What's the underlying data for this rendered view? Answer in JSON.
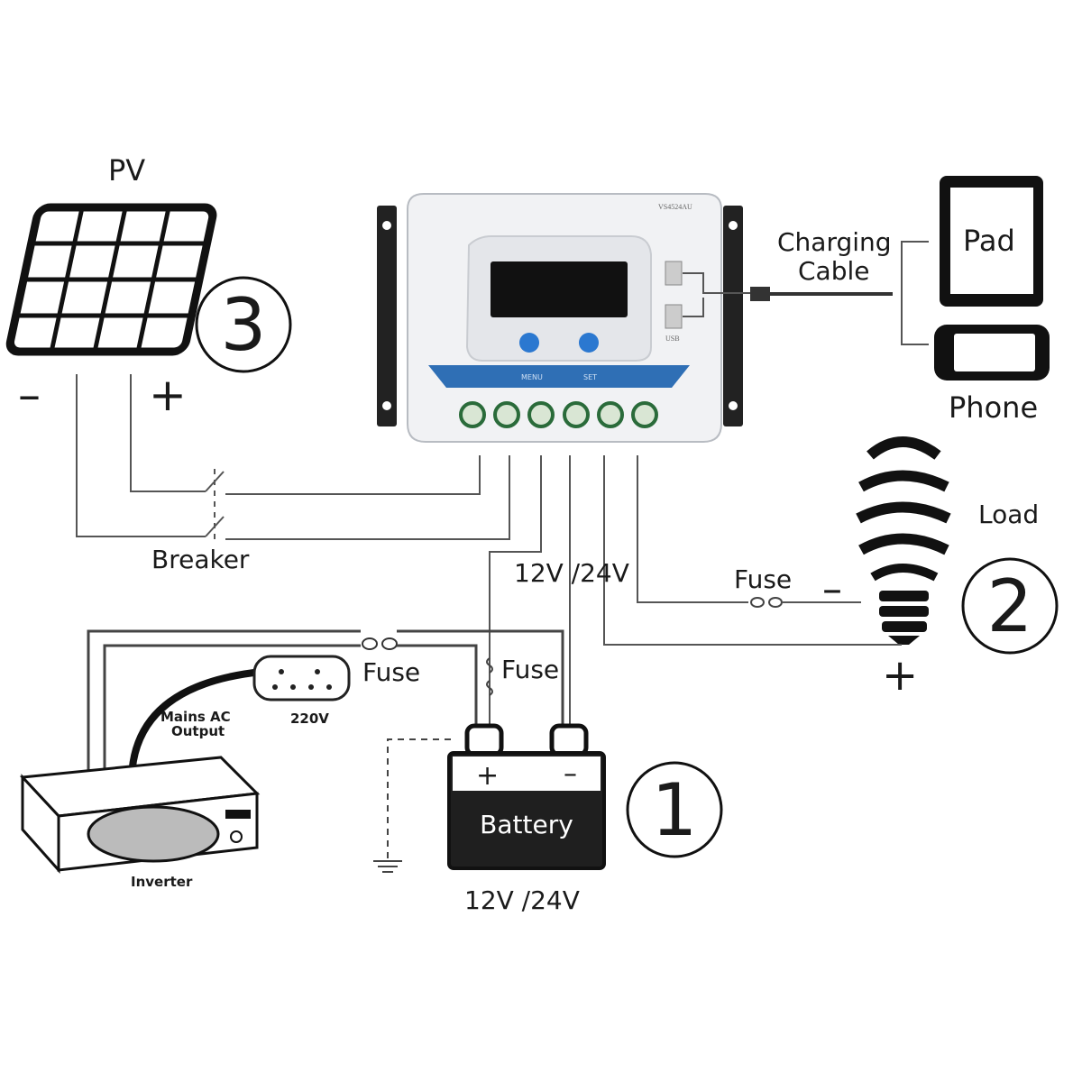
{
  "labels": {
    "pv": "PV",
    "breaker": "Breaker",
    "charging_cable": [
      "Charging",
      "Cable"
    ],
    "pad": "Pad",
    "phone": "Phone",
    "load": "Load",
    "fuse_load": "Fuse",
    "fuse_battery": "Fuse",
    "fuse_inverter": "Fuse",
    "system_voltage": "12V /24V",
    "battery": "Battery",
    "battery_voltage": "12V /24V",
    "mains_ac_output": [
      "Mains AC",
      "Output"
    ],
    "ac_voltage": "220V",
    "inverter": "Inverter",
    "plus": "+",
    "minus": "–"
  },
  "controller": {
    "model": "VS4524AU",
    "button_left": "MENU",
    "button_right": "SET",
    "usb_label": "USB"
  },
  "step_markers": {
    "battery": "1",
    "load": "2",
    "pv": "3"
  },
  "colors": {
    "line": "#222222",
    "battery_top": "#ffffff",
    "battery_body": "#1f1f1f",
    "controller_band": "#2f6fb5",
    "controller_button": "#2b78d0",
    "terminal": "#2a6b3a"
  }
}
